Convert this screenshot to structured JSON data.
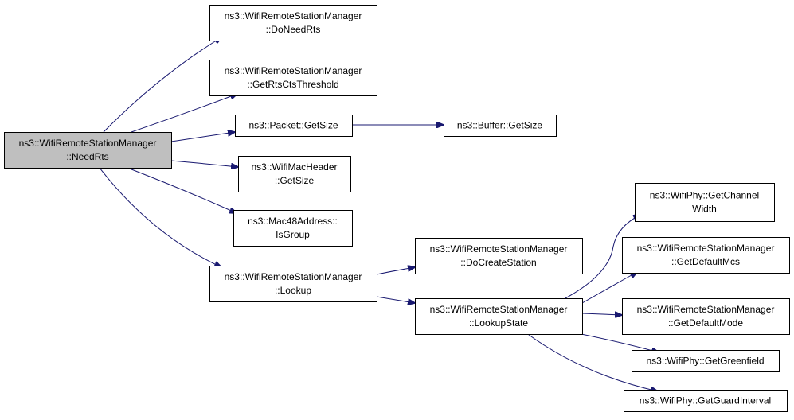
{
  "colors": {
    "edge": "#191970",
    "node_border": "#000000",
    "node_fill": "#ffffff",
    "root_fill": "#bfbfbf"
  },
  "nodes": [
    {
      "id": "needrts",
      "lines": [
        "ns3::WifiRemoteStationManager",
        "::NeedRts"
      ],
      "root": true
    },
    {
      "id": "doneedrts",
      "lines": [
        "ns3::WifiRemoteStationManager",
        "::DoNeedRts"
      ]
    },
    {
      "id": "getrtsctsthreshold",
      "lines": [
        "ns3::WifiRemoteStationManager",
        "::GetRtsCtsThreshold"
      ]
    },
    {
      "id": "packet-getsize",
      "lines": [
        "ns3::Packet::GetSize"
      ]
    },
    {
      "id": "buffer-getsize",
      "lines": [
        "ns3::Buffer::GetSize"
      ]
    },
    {
      "id": "wifimacheader-getsize",
      "lines": [
        "ns3::WifiMacHeader",
        "::GetSize"
      ]
    },
    {
      "id": "mac48address-isgroup",
      "lines": [
        "ns3::Mac48Address::",
        "IsGroup"
      ]
    },
    {
      "id": "lookup",
      "lines": [
        "ns3::WifiRemoteStationManager",
        "::Lookup"
      ]
    },
    {
      "id": "docreatestation",
      "lines": [
        "ns3::WifiRemoteStationManager",
        "::DoCreateStation"
      ]
    },
    {
      "id": "lookupstate",
      "lines": [
        "ns3::WifiRemoteStationManager",
        "::LookupState"
      ]
    },
    {
      "id": "getchannelwidth",
      "lines": [
        "ns3::WifiPhy::GetChannel",
        "Width"
      ]
    },
    {
      "id": "getdefaultmcs",
      "lines": [
        "ns3::WifiRemoteStationManager",
        "::GetDefaultMcs"
      ]
    },
    {
      "id": "getdefaultmode",
      "lines": [
        "ns3::WifiRemoteStationManager",
        "::GetDefaultMode"
      ]
    },
    {
      "id": "getgreenfield",
      "lines": [
        "ns3::WifiPhy::GetGreenfield"
      ]
    },
    {
      "id": "getguardinterval",
      "lines": [
        "ns3::WifiPhy::GetGuardInterval"
      ]
    }
  ],
  "edges": [
    {
      "from": "needrts",
      "to": "doneedrts"
    },
    {
      "from": "needrts",
      "to": "getrtsctsthreshold"
    },
    {
      "from": "needrts",
      "to": "packet-getsize"
    },
    {
      "from": "needrts",
      "to": "wifimacheader-getsize"
    },
    {
      "from": "needrts",
      "to": "mac48address-isgroup"
    },
    {
      "from": "needrts",
      "to": "lookup"
    },
    {
      "from": "packet-getsize",
      "to": "buffer-getsize"
    },
    {
      "from": "lookup",
      "to": "docreatestation"
    },
    {
      "from": "lookup",
      "to": "lookupstate"
    },
    {
      "from": "lookupstate",
      "to": "getchannelwidth"
    },
    {
      "from": "lookupstate",
      "to": "getdefaultmcs"
    },
    {
      "from": "lookupstate",
      "to": "getdefaultmode"
    },
    {
      "from": "lookupstate",
      "to": "getgreenfield"
    },
    {
      "from": "lookupstate",
      "to": "getguardinterval"
    }
  ]
}
